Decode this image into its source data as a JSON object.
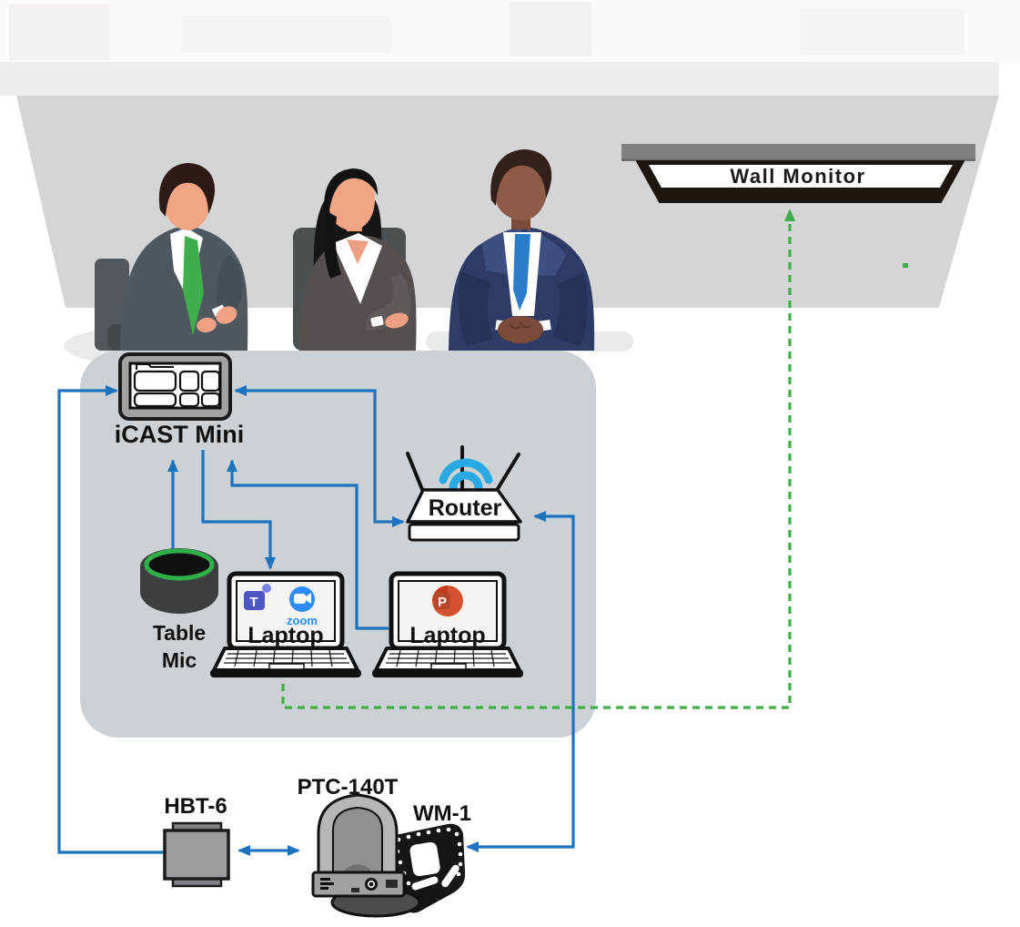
{
  "nodes": {
    "wall_monitor": {
      "label": "Wall Monitor"
    },
    "icast_mini": {
      "label": "iCAST Mini"
    },
    "router": {
      "label": "Router"
    },
    "table_mic": {
      "line1": "Table",
      "line2": "Mic"
    },
    "laptop_conference": {
      "label": "Laptop",
      "zoom_caption": "zoom",
      "teams_letter": "T"
    },
    "laptop_presentation": {
      "label": "Laptop",
      "powerpoint_letter": "P"
    },
    "hbt6": {
      "label": "HBT-6"
    },
    "ptc140t": {
      "label": "PTC-140T"
    },
    "wm1": {
      "label": "WM-1"
    }
  },
  "connections": [
    {
      "from": "hbt6",
      "to": "icast_mini",
      "style": "solid-blue",
      "arrows": "end"
    },
    {
      "from": "hbt6",
      "to": "ptc140t",
      "style": "solid-blue",
      "arrows": "both"
    },
    {
      "from": "icast_mini",
      "to": "router",
      "style": "solid-blue",
      "arrows": "both"
    },
    {
      "from": "router",
      "to": "wm1",
      "style": "solid-blue",
      "arrows": "both"
    },
    {
      "from": "table_mic",
      "to": "icast_mini",
      "style": "solid-blue",
      "arrows": "end"
    },
    {
      "from": "icast_mini",
      "to": "laptop_conference",
      "style": "solid-blue",
      "arrows": "end"
    },
    {
      "from": "laptop_presentation",
      "to": "icast_mini",
      "style": "solid-blue",
      "arrows": "end"
    },
    {
      "from": "laptop_conference",
      "to": "wall_monitor",
      "style": "dashed-green",
      "arrows": "end"
    }
  ],
  "colors": {
    "link_wired": "#1e73be",
    "link_wireless": "#3fae49",
    "wifi_waves": "#29a9e1",
    "wall_panel": "#d4d5d7",
    "wall_strip": "#eeeeef",
    "table": "#ccd1d5",
    "monitor_bar": "#7f8184",
    "teams_purple": "#4e56c4",
    "zoom_blue": "#2d8cff",
    "powerpoint_red": "#d35230",
    "tie_green": "#3fae4e",
    "tie_blue": "#2b7cc9",
    "mic_ring_green": "#2fae4a"
  }
}
